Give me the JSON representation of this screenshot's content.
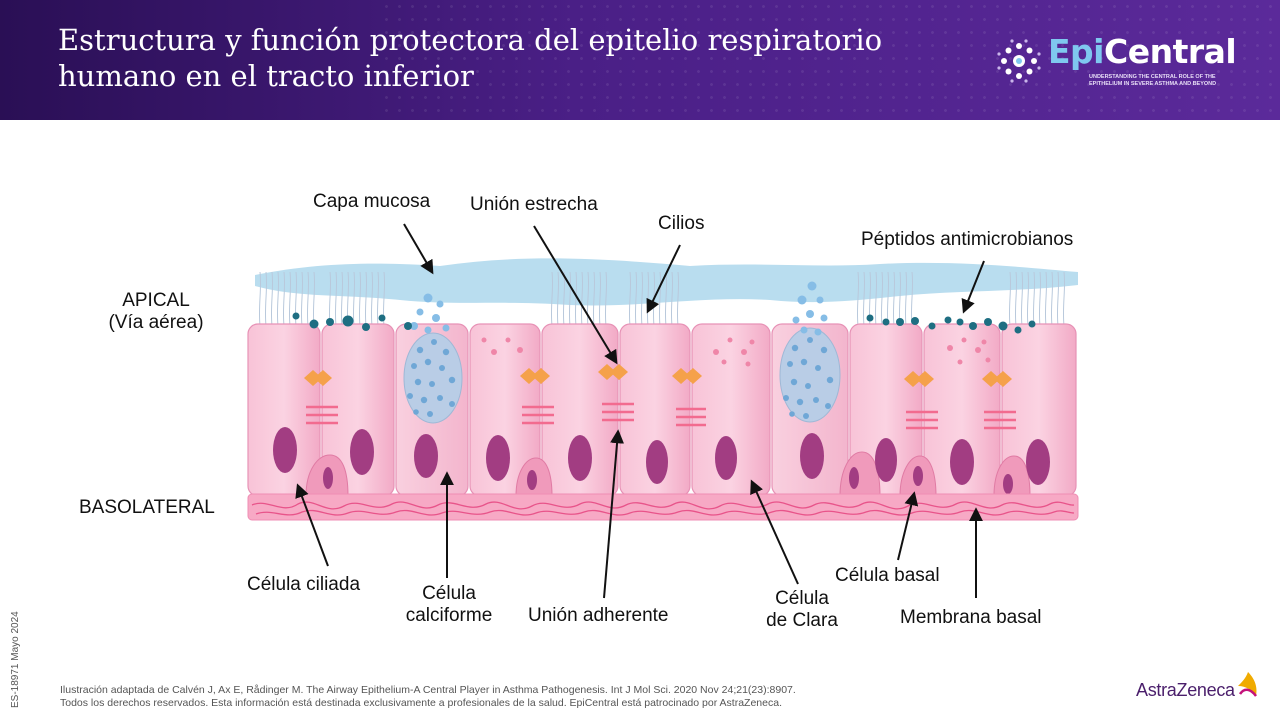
{
  "header": {
    "title_line1": "Estructura y función protectora del epitelio respiratorio",
    "title_line2": "humano en el tracto inferior",
    "logo": {
      "prefix": "Epi",
      "name": "Central",
      "tagline_line1": "Understanding the central role of the",
      "tagline_line2": "epithelium in severe asthma and beyond"
    },
    "colors": {
      "bg_dark": "#2a0f55",
      "bg_light": "#5b2a9a",
      "logo_accent": "#7fc8ef"
    }
  },
  "diagram": {
    "labels": {
      "apical_line1": "APICAL",
      "apical_line2": "(Vía aérea)",
      "basolateral": "BASOLATERAL",
      "mucus_layer": "Capa mucosa",
      "tight_junction": "Unión estrecha",
      "cilia": "Cilios",
      "antimicrobial_peptides": "Péptidos antimicrobianos",
      "ciliated_cell": "Célula ciliada",
      "goblet_cell_line1": "Célula",
      "goblet_cell_line2": "calciforme",
      "adherens_junction": "Unión adherente",
      "club_cell_line1": "Célula",
      "club_cell_line2": "de Clara",
      "basal_cell": "Célula basal",
      "basement_membrane": "Membrana basal"
    },
    "colors": {
      "cell_fill": "#f6b4cd",
      "cell_edge": "#e792b6",
      "nucleus": "#a23d82",
      "mucus": "#b9ddef",
      "junction_orange": "#f5a14a",
      "junction_pink": "#f26b8f",
      "peptide_dot": "#1e6e82",
      "membrane": "#f27aa7"
    }
  },
  "footer": {
    "citation": "Ilustración adaptada de Calvén J, Ax E, Rådinger M. The Airway Epithelium-A Central Player in Asthma Pathogenesis. Int J Mol Sci. 2020 Nov 24;21(23):8907.",
    "rights": "Todos los derechos reservados. Esta información está destinada exclusivamente a profesionales de la salud. EpiCentral está patrocinado por AstraZeneca.",
    "code": "ES-18971 Mayo 2024",
    "sponsor": "AstraZeneca"
  }
}
